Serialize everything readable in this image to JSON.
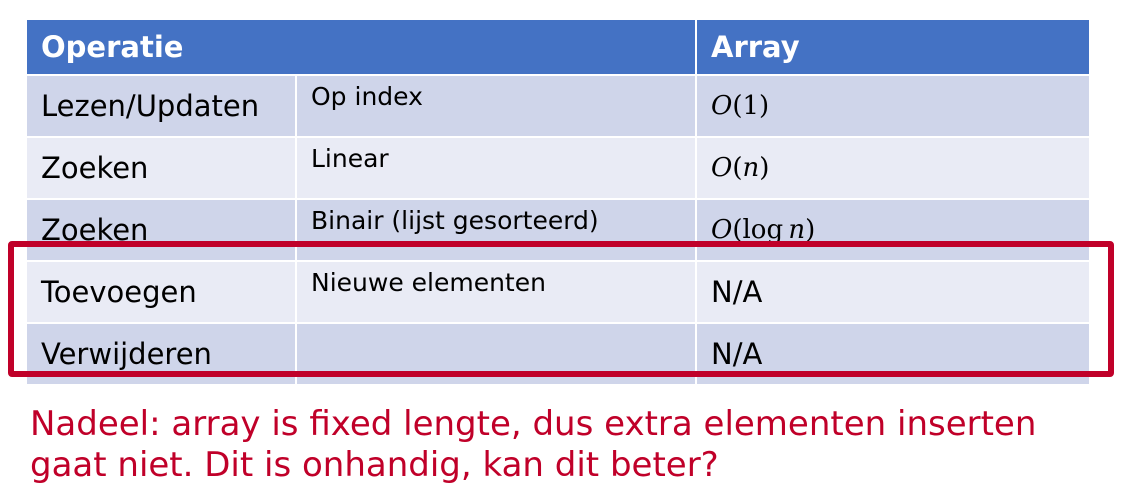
{
  "table": {
    "headers": {
      "operation": "Operatie",
      "array": "Array"
    },
    "rows": [
      {
        "operation": "Lezen/Updaten",
        "detail": "Op index",
        "complexity": {
          "kind": "math",
          "big_o": "O",
          "open": "(",
          "arg": "1",
          "close": ")"
        }
      },
      {
        "operation": "Zoeken",
        "detail": "Linear",
        "complexity": {
          "kind": "math",
          "big_o": "O",
          "open": "(",
          "arg": "n",
          "close": ")"
        }
      },
      {
        "operation": "Zoeken",
        "detail": "Binair (lijst gesorteerd)",
        "complexity": {
          "kind": "math",
          "big_o": "O",
          "open": "(",
          "fn": "log",
          "arg": "n",
          "close": ")"
        }
      },
      {
        "operation": "Toevoegen",
        "detail": "Nieuwe elementen",
        "complexity": {
          "kind": "text",
          "text": "N/A"
        }
      },
      {
        "operation": "Verwijderen",
        "detail": "",
        "complexity": {
          "kind": "text",
          "text": "N/A"
        }
      }
    ],
    "header_color": "#4472c4",
    "row_color_dark": "#cfd5ea",
    "row_color_light": "#e9ebf5"
  },
  "highlight": {
    "color": "#c00029"
  },
  "note": {
    "line1": "Nadeel: array is fixed lengte, dus extra elementen inserten",
    "line2": "gaat niet. Dit is onhandig, kan dit beter?",
    "color": "#c00029"
  }
}
